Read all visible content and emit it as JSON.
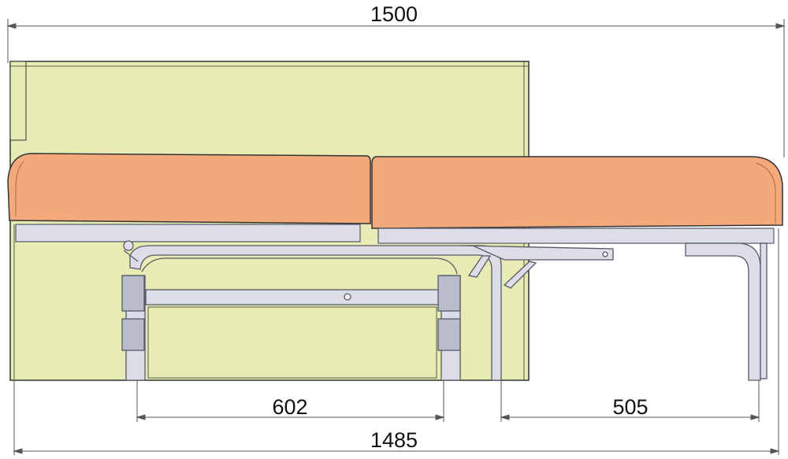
{
  "dimensions": {
    "overall_top": "1500",
    "overall_bottom": "1485",
    "leg_spacing": "602",
    "extension": "505"
  },
  "colors": {
    "backrest": "#E8EBB4",
    "cushion": "#F3A97A",
    "frame": "#DCDDE8",
    "frame_stroke": "#555a66",
    "outline": "#333333",
    "dimension_line": "#555555"
  }
}
